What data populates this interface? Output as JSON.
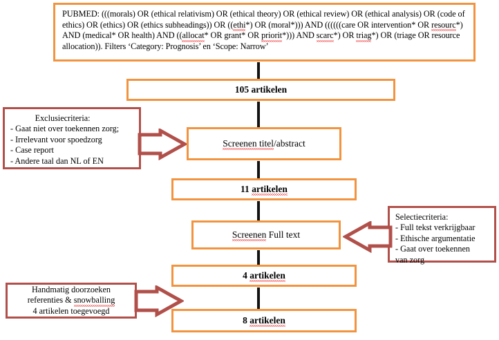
{
  "diagram": {
    "type": "prisma-flowchart",
    "language": "nl",
    "colors": {
      "process_border": "#F2943F",
      "criteria_border": "#B1504A",
      "arrow_fill": "#B1504A",
      "connector": "#121212",
      "background": "#FFFFFF",
      "text": "#000000",
      "spellcheck_underline": "#EE1111"
    },
    "query_box": {
      "label": "pubmed-search-query",
      "text": "PUBMED: (((morals) OR (ethical relativism) OR (ethical theory) OR (ethical review) OR (ethical analysis) OR (code of ethics) OR (ethics) OR (ethics subheadings)) OR ((ethi*) OR (moral*))) AND ((((((care OR intervention* OR resourc*) AND (medical* OR health) AND ((allocat* OR grant* OR priorit*))) AND scarc*) OR triag*) OR (triage OR resource allocation)). Filters ‘Category: Prognosis’ en ‘Scope: Narrow’"
    },
    "steps": [
      {
        "id": "records-identified",
        "text": "105 artikelen",
        "kind": "count",
        "bold": true
      },
      {
        "id": "screen-title-abstract",
        "text": "Screenen titel/abstract",
        "kind": "process",
        "bold": false
      },
      {
        "id": "records-after-screening",
        "text": "11 artikelen",
        "kind": "count",
        "bold": true
      },
      {
        "id": "screen-full-text",
        "text": "Screenen Full text",
        "kind": "process",
        "bold": false
      },
      {
        "id": "records-after-full-text",
        "text": "4 artikelen",
        "kind": "count",
        "bold": true
      },
      {
        "id": "records-final",
        "text": "8 artikelen",
        "kind": "count",
        "bold": true
      }
    ],
    "exclusion_criteria": {
      "title": "Exclusiecriteria:",
      "items": [
        "- Gaat niet over toekennen zorg;",
        "- Irrelevant voor spoedzorg",
        "- Case report",
        "- Andere taal dan NL of EN"
      ]
    },
    "selection_criteria": {
      "title": "Selectiecriteria:",
      "items": [
        "- Full tekst verkrijgbaar",
        "- Ethische argumentatie",
        "- Gaat over toekennen",
        "van zorg"
      ]
    },
    "manual_search": {
      "lines": [
        "Handmatig doorzoeken",
        "referenties & snowballing",
        "4 artikelen toegevoegd"
      ]
    }
  }
}
